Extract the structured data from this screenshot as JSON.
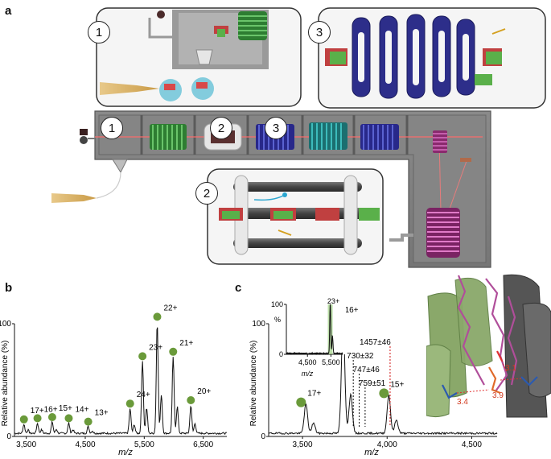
{
  "panels": {
    "a": "a",
    "b": "b",
    "c": "c"
  },
  "steps": {
    "one": "1",
    "two": "2",
    "three": "3"
  },
  "colors": {
    "trace": "#111111",
    "green": "#6a9a3a",
    "blue_ring": "#2b2c82",
    "teal_ring": "#1a7c7c",
    "magenta_ring": "#9a3a7c",
    "instrument": "#7d7d7d",
    "laser": "#e05050",
    "guide": "#d01010",
    "highlight": "#8fc96f"
  },
  "chart_data": [
    {
      "type": "line",
      "panel": "b",
      "xlabel": "m/z",
      "ylabel": "Relative abundance (%)",
      "xlim": [
        3300,
        6900
      ],
      "ylim": [
        0,
        100
      ],
      "xticks": [
        "3,500",
        "4,500",
        "5,500",
        "6,500"
      ],
      "xtick_values": [
        3500,
        4500,
        5500,
        6500
      ],
      "yticks": [
        "0",
        "100"
      ],
      "ytick_values": [
        0,
        100
      ],
      "peaks": [
        {
          "label": "17+",
          "x": 3460,
          "y": 8
        },
        {
          "label": "16+",
          "x": 3690,
          "y": 9
        },
        {
          "label": "15+",
          "x": 3940,
          "y": 10
        },
        {
          "label": "14+",
          "x": 4220,
          "y": 9
        },
        {
          "label": "13+",
          "x": 4550,
          "y": 6
        },
        {
          "label": "24+",
          "x": 5260,
          "y": 22
        },
        {
          "label": "23+",
          "x": 5470,
          "y": 64
        },
        {
          "label": "22+",
          "x": 5720,
          "y": 99
        },
        {
          "label": "21+",
          "x": 5990,
          "y": 68
        },
        {
          "label": "20+",
          "x": 6290,
          "y": 25
        }
      ]
    },
    {
      "type": "line",
      "panel": "c",
      "xlabel": "m/z",
      "ylabel": "Relative abundance (%)",
      "xlim": [
        3300,
        4650
      ],
      "ylim": [
        0,
        100
      ],
      "xticks": [
        "3,500",
        "4,000",
        "4,500"
      ],
      "xtick_values": [
        3500,
        4000,
        4500
      ],
      "yticks": [
        "0",
        "100"
      ],
      "ytick_values": [
        0,
        100
      ],
      "peaks": [
        {
          "label": "17+",
          "x": 3520,
          "y": 26
        },
        {
          "label": "16+",
          "x": 3740,
          "y": 100
        },
        {
          "label": "15+",
          "x": 4010,
          "y": 34
        }
      ],
      "annotations": [
        {
          "text": "1457±46",
          "x": 3875
        },
        {
          "text": "730±32",
          "x": 3800
        },
        {
          "text": "747±46",
          "x": 3835
        },
        {
          "text": "759±51",
          "x": 3870
        }
      ],
      "inset": {
        "type": "line",
        "ylabel": "%",
        "xlabel": "m/z",
        "xlim": [
          3600,
          6000
        ],
        "ylim": [
          0,
          100
        ],
        "xticks": [
          "4,500",
          "5,500"
        ],
        "xtick_values": [
          4500,
          5500
        ],
        "yticks": [
          "0",
          "100"
        ],
        "ytick_values": [
          0,
          100
        ],
        "peak": {
          "label": "23+",
          "x": 5470,
          "y": 100
        }
      }
    }
  ],
  "structure": {
    "distances": [
      "3.4",
      "3.9",
      "3.1"
    ]
  }
}
